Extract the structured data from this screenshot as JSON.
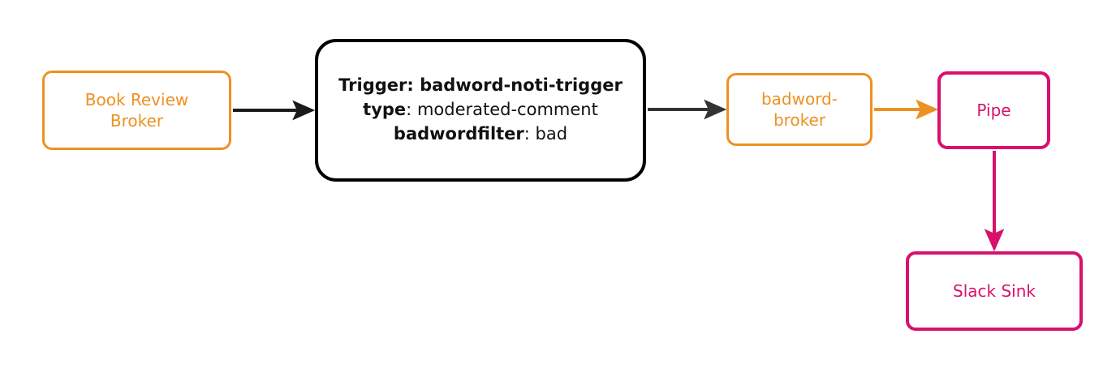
{
  "diagram": {
    "type": "flowchart",
    "orientation": "left-to-right",
    "background": "#ffffff",
    "colors": {
      "orange": "#ed9121",
      "pink": "#d8116d",
      "black": "#000000",
      "dark_arrow": "#333333"
    },
    "nodes": [
      {
        "id": "book-review-broker",
        "label": "Book Review\nBroker",
        "shape": "rounded-rect",
        "stroke": "#ed9121",
        "text_color": "#ed9121"
      },
      {
        "id": "trigger",
        "shape": "rounded-rect-large",
        "stroke": "#000000",
        "text_color": "#111111",
        "lines": [
          {
            "key": "Trigger:",
            "value": "badword-noti-trigger",
            "value_bold": true
          },
          {
            "key": "type",
            "separator": ": ",
            "value": "moderated-comment",
            "value_bold": false
          },
          {
            "key": "badwordfilter",
            "separator": ": ",
            "value": "bad",
            "value_bold": false
          }
        ]
      },
      {
        "id": "badword-broker",
        "label": "badword-\nbroker",
        "shape": "rounded-rect",
        "stroke": "#ed9121",
        "text_color": "#ed9121"
      },
      {
        "id": "pipe",
        "label": "Pipe",
        "shape": "rounded-rect",
        "stroke": "#d8116d",
        "text_color": "#d8116d"
      },
      {
        "id": "slack-sink",
        "label": "Slack Sink",
        "shape": "rounded-rect",
        "stroke": "#d8116d",
        "text_color": "#d8116d"
      }
    ],
    "edges": [
      {
        "id": "edge-book-review-broker-to-trigger",
        "from": "book-review-broker",
        "to": "trigger",
        "color": "#1a1a1a",
        "direction": "right"
      },
      {
        "id": "edge-trigger-to-badword-broker",
        "from": "trigger",
        "to": "badword-broker",
        "color": "#333333",
        "direction": "right"
      },
      {
        "id": "edge-badword-broker-to-pipe",
        "from": "badword-broker",
        "to": "pipe",
        "color": "#ed9121",
        "direction": "right"
      },
      {
        "id": "edge-pipe-to-slack-sink",
        "from": "pipe",
        "to": "slack-sink",
        "color": "#d8116d",
        "direction": "down"
      }
    ]
  }
}
